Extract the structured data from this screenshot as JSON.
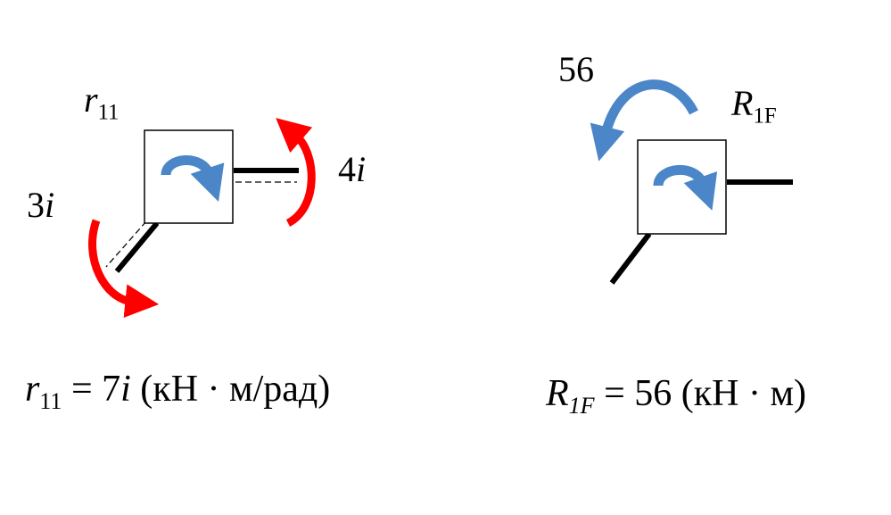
{
  "colors": {
    "reaction_arrow": "#ff0000",
    "joint_rotation_arrow": "#4a86c8",
    "member": "#000000",
    "background": "#ffffff"
  },
  "left_diagram": {
    "reaction_symbol": "r",
    "reaction_subscript": "11",
    "moment_left_coef": "3",
    "moment_left_var": "i",
    "moment_right_coef": "4",
    "moment_right_var": "i",
    "equation": {
      "lhs_symbol": "r",
      "lhs_subscript": "11",
      "equals": "=",
      "rhs_coef": "7",
      "rhs_var": "i",
      "units": "(кН · м/рад)"
    }
  },
  "right_diagram": {
    "load_moment_value": "56",
    "reaction_symbol": "R",
    "reaction_subscript": "1F",
    "equation": {
      "lhs_symbol": "R",
      "lhs_subscript": "1F",
      "equals": "=",
      "rhs_value": "56",
      "units": "(кН · м)"
    }
  },
  "icons": {
    "rigid_joint": "square-node-icon",
    "clockwise_rotation": "clockwise-arrow-icon",
    "counterclockwise_moment": "counterclockwise-arrow-icon"
  }
}
